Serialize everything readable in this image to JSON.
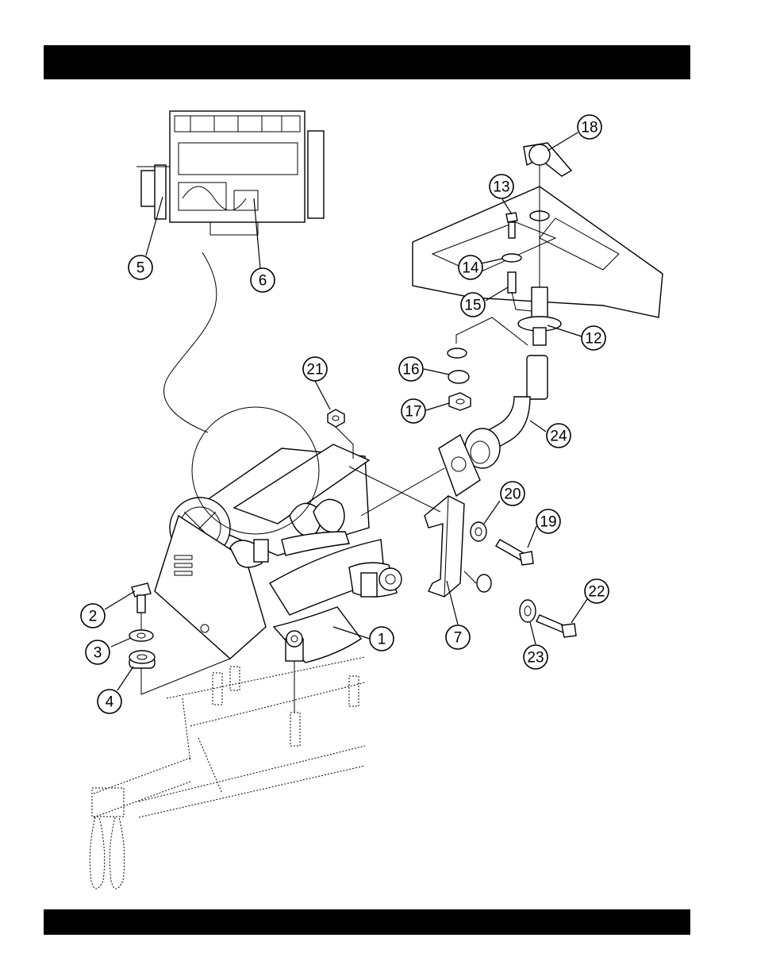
{
  "header_bar": {
    "text": ""
  },
  "footer_bar": {
    "text": ""
  },
  "callouts": [
    {
      "id": "c1",
      "label": "1"
    },
    {
      "id": "c2",
      "label": "2"
    },
    {
      "id": "c3",
      "label": "3"
    },
    {
      "id": "c4",
      "label": "4"
    },
    {
      "id": "c5",
      "label": "5"
    },
    {
      "id": "c6",
      "label": "6"
    },
    {
      "id": "c7",
      "label": "7"
    },
    {
      "id": "c12",
      "label": "12"
    },
    {
      "id": "c13",
      "label": "13"
    },
    {
      "id": "c14",
      "label": "14"
    },
    {
      "id": "c15",
      "label": "15"
    },
    {
      "id": "c16",
      "label": "16"
    },
    {
      "id": "c17",
      "label": "17"
    },
    {
      "id": "c18",
      "label": "18"
    },
    {
      "id": "c19",
      "label": "19"
    },
    {
      "id": "c20",
      "label": "20"
    },
    {
      "id": "c21",
      "label": "21"
    },
    {
      "id": "c22",
      "label": "22"
    },
    {
      "id": "c23",
      "label": "23"
    },
    {
      "id": "c24",
      "label": "24"
    }
  ]
}
